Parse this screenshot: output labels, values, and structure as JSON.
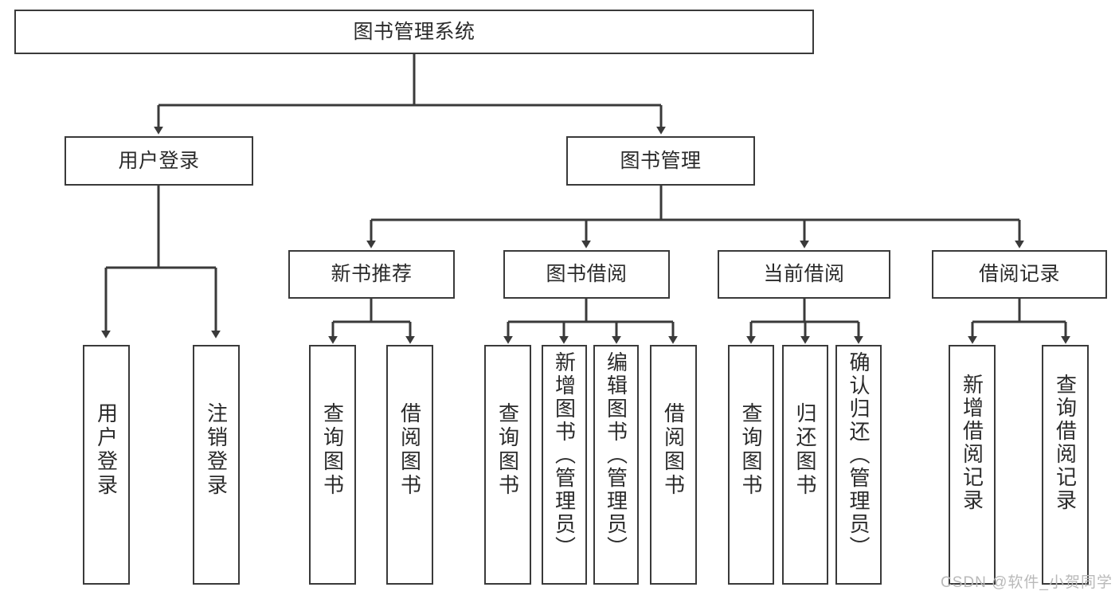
{
  "diagram": {
    "title": "图书管理系统",
    "root": {
      "id": "root",
      "label": "图书管理系统"
    },
    "level2": [
      {
        "id": "user-login",
        "label": "用户登录"
      },
      {
        "id": "book-manage",
        "label": "图书管理"
      }
    ],
    "level3": [
      {
        "id": "new-book-recommend",
        "label": "新书推荐"
      },
      {
        "id": "book-borrow",
        "label": "图书借阅"
      },
      {
        "id": "current-borrow",
        "label": "当前借阅"
      },
      {
        "id": "borrow-record",
        "label": "借阅记录"
      }
    ],
    "leaves": {
      "user_login": [
        {
          "id": "leaf-user-login",
          "label": "用户登录"
        },
        {
          "id": "leaf-logout",
          "label": "注销登录"
        }
      ],
      "new_book_recommend": [
        {
          "id": "leaf-query-book-1",
          "label": "查询图书"
        },
        {
          "id": "leaf-borrow-book-1",
          "label": "借阅图书"
        }
      ],
      "book_borrow": [
        {
          "id": "leaf-query-book-2",
          "label": "查询图书"
        },
        {
          "id": "leaf-add-book-admin",
          "label": "新增图书（管理员）"
        },
        {
          "id": "leaf-edit-book-admin",
          "label": "编辑图书（管理员）"
        },
        {
          "id": "leaf-borrow-book-2",
          "label": "借阅图书"
        }
      ],
      "current_borrow": [
        {
          "id": "leaf-query-book-3",
          "label": "查询图书"
        },
        {
          "id": "leaf-return-book",
          "label": "归还图书"
        },
        {
          "id": "leaf-confirm-return-admin",
          "label": "确认归还（管理员）"
        }
      ],
      "borrow_record": [
        {
          "id": "leaf-add-borrow-record",
          "label": "新增借阅记录"
        },
        {
          "id": "leaf-query-borrow-record",
          "label": "查询借阅记录"
        }
      ]
    }
  },
  "watermark": {
    "text": "CSDN @软件_小贺同学"
  },
  "colors": {
    "stroke": "#3a3a3a",
    "text": "#2b2b2b",
    "background": "#ffffff",
    "watermark": "#b9b9b9"
  }
}
